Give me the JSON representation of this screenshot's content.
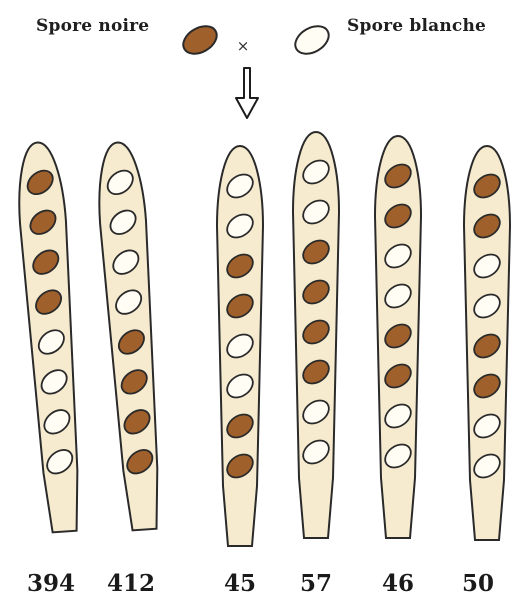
{
  "legend": {
    "black_spore_label": "Spore noire",
    "white_spore_label": "Spore blanche",
    "cross_symbol": "×"
  },
  "colors": {
    "black_spore": "#a0602c",
    "white_spore": "#fffdf4",
    "ascus_fill": "#f6ebcf",
    "outline": "#2a2a2a"
  },
  "asci": [
    {
      "count": "394",
      "spores": [
        "black",
        "black",
        "black",
        "black",
        "white",
        "white",
        "white",
        "white"
      ]
    },
    {
      "count": "412",
      "spores": [
        "white",
        "white",
        "white",
        "white",
        "black",
        "black",
        "black",
        "black"
      ]
    },
    {
      "count": "45",
      "spores": [
        "white",
        "white",
        "black",
        "black",
        "white",
        "white",
        "black",
        "black"
      ]
    },
    {
      "count": "57",
      "spores": [
        "white",
        "white",
        "black",
        "black",
        "black",
        "black",
        "white",
        "white"
      ]
    },
    {
      "count": "46",
      "spores": [
        "black",
        "black",
        "white",
        "white",
        "black",
        "black",
        "white",
        "white"
      ]
    },
    {
      "count": "50",
      "spores": [
        "black",
        "black",
        "white",
        "white",
        "black",
        "black",
        "white",
        "white"
      ]
    }
  ]
}
